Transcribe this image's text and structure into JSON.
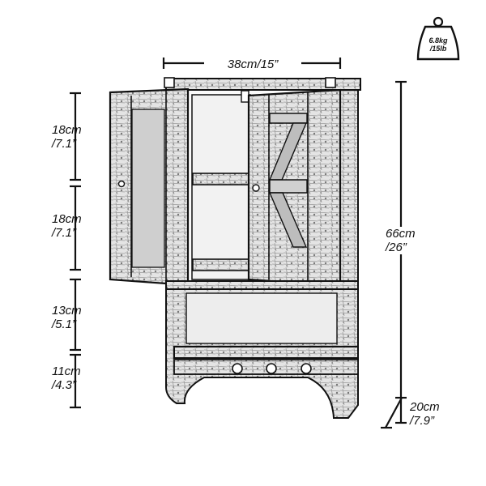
{
  "weight": {
    "kg": "6.8kg",
    "lb": "/15lb",
    "icon": "weight-icon"
  },
  "width_dim": {
    "label": "38cm/15”"
  },
  "height_dim": {
    "cm": "66cm",
    "in": "/26”"
  },
  "depth_dim": {
    "cm": "20cm",
    "in": "/7.9”"
  },
  "sections": [
    {
      "cm": "18cm",
      "in": "/7.1”"
    },
    {
      "cm": "18cm",
      "in": "/7.1”"
    },
    {
      "cm": "13cm",
      "in": "/5.1”"
    },
    {
      "cm": "11cm",
      "in": "/4.3”"
    }
  ],
  "colors": {
    "line": "#111111",
    "wood_light": "#d9d9d9",
    "wood_dark": "#8a8a8a"
  }
}
